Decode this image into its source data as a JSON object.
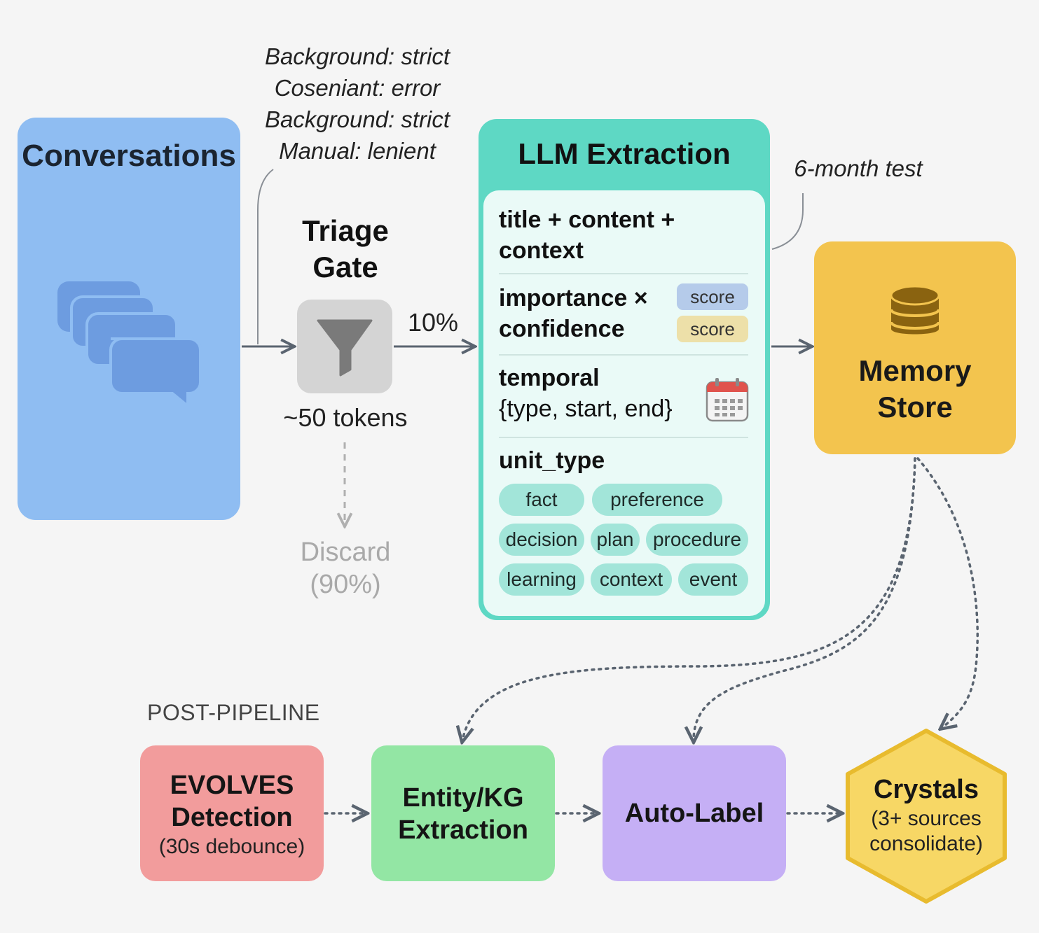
{
  "annotations": {
    "policy_notes": [
      "Background: strict",
      "Coseniant: error",
      "Background: strict",
      "Manual: lenient"
    ],
    "test_note": "6-month test"
  },
  "conversations": {
    "title": "Conversations",
    "icon": "chat-bubbles-icon"
  },
  "triage": {
    "title_line1": "Triage",
    "title_line2": "Gate",
    "icon": "funnel-icon",
    "cost": "~50 tokens",
    "pass_rate": "10%",
    "discard_line1": "Discard",
    "discard_line2": "(90%)"
  },
  "llm_extraction": {
    "title": "LLM Extraction",
    "field1_line1": "title + content +",
    "field1_line2": "context",
    "field2_line1": "importance ×",
    "field2_line2": "confidence",
    "score_label_1": "score",
    "score_label_2": "score",
    "field3_line1": "temporal",
    "field3_line2": "{type, start, end}",
    "calendar_icon": "calendar-icon",
    "field4": "unit_type",
    "unit_types": [
      "fact",
      "preference",
      "decision",
      "plan",
      "procedure",
      "learning",
      "context",
      "event"
    ]
  },
  "memory_store": {
    "title_line1": "Memory",
    "title_line2": "Store",
    "icon": "database-icon"
  },
  "post_pipeline": {
    "label": "POST-PIPELINE",
    "evolves": {
      "line1": "EVOLVES",
      "line2": "Detection",
      "sub": "(30s debounce)"
    },
    "entity": {
      "line1": "Entity/KG",
      "line2": "Extraction"
    },
    "autolabel": {
      "title": "Auto-Label"
    },
    "crystals": {
      "title": "Crystals",
      "sub1": "(3+ sources",
      "sub2": "consolidate)"
    }
  },
  "colors": {
    "conversations": "#8fbdf2",
    "llm": "#5ed8c4",
    "memory": "#f3c44e",
    "evolves": "#f29c9c",
    "entity": "#93e6a4",
    "autolabel": "#c5aff5",
    "crystals": "#f7d765",
    "arrow": "#5a6470"
  }
}
